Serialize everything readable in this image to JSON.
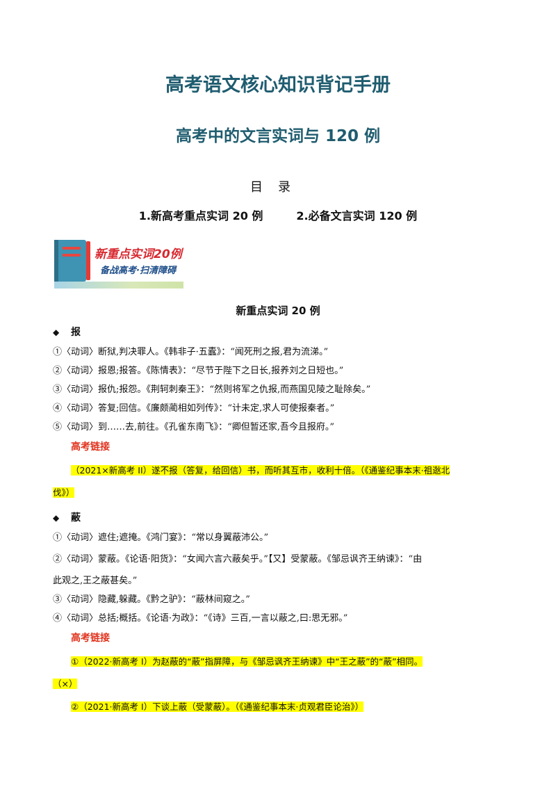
{
  "header": {
    "title": "高考语文核心知识背记手册",
    "subtitle": "高考中的文言实词与 120 例"
  },
  "toc": {
    "heading": "目录",
    "items": [
      "1.新高考重点实词 20 例",
      "2.必备文言实词 120 例"
    ]
  },
  "banner": {
    "line1": "新重点实词20例",
    "line2": "备战高考·扫清障碍"
  },
  "section_title": "新重点实词 20 例",
  "entries": [
    {
      "word": "报",
      "definitions": [
        "①〈动词〉断狱,判决罪人。《韩非子·五蠹》：“闻死刑之报,君为流涕。”",
        "②〈动词〉报恩;报答。《陈情表》：“尽节于陛下之日长,报养刘之日短也。”",
        "③〈动词〉报仇;报怨。《荆轲刺秦王》：“然则将军之仇报,而燕国见陵之耻除矣。”",
        "④〈动词〉答复;回信。《廉颇蔺相如列传》：“计未定,求人可使报秦者。”",
        "⑤〈动词〉到……去,前往。《孔雀东南飞》：“卿但暂还家,吾今且报府。”"
      ],
      "link_label": "高考链接",
      "links": [
        "（2021×新高考 II）遂不报（答复，给回信）书，而听其互市，收利十倍。（《通鉴纪事本末·祖逖北",
        "伐》）"
      ]
    },
    {
      "word": "蔽",
      "definitions": [
        "①〈动词〉遮住;遮掩。《鸿门宴》：“常以身翼蔽沛公。”",
        "②〈动词〉蒙蔽。《论语·阳货》：“女闻六言六蔽矣乎。”【又】受蒙蔽。《邹忌讽齐王纳谏》：“由",
        "此观之,王之蔽甚矣。”",
        "③〈动词〉隐藏,躲藏。《黔之驴》：“蔽林间窥之。”",
        "④〈动词〉总括;概括。《论语·为政》：“《诗》三百,一言以蔽之,曰:思无邪。”"
      ],
      "link_label": "高考链接",
      "links": [
        "①（2022·新高考 I）为赵蔽的“蔽”指屏障，与《邹忌讽齐王纳谏》中“王之蔽”的“蔽”相同。",
        "（×）",
        "②（2021·新高考 I）下谈上蔽（受蒙蔽）。（《通鉴纪事本末·贞观君臣论治》）"
      ]
    }
  ]
}
